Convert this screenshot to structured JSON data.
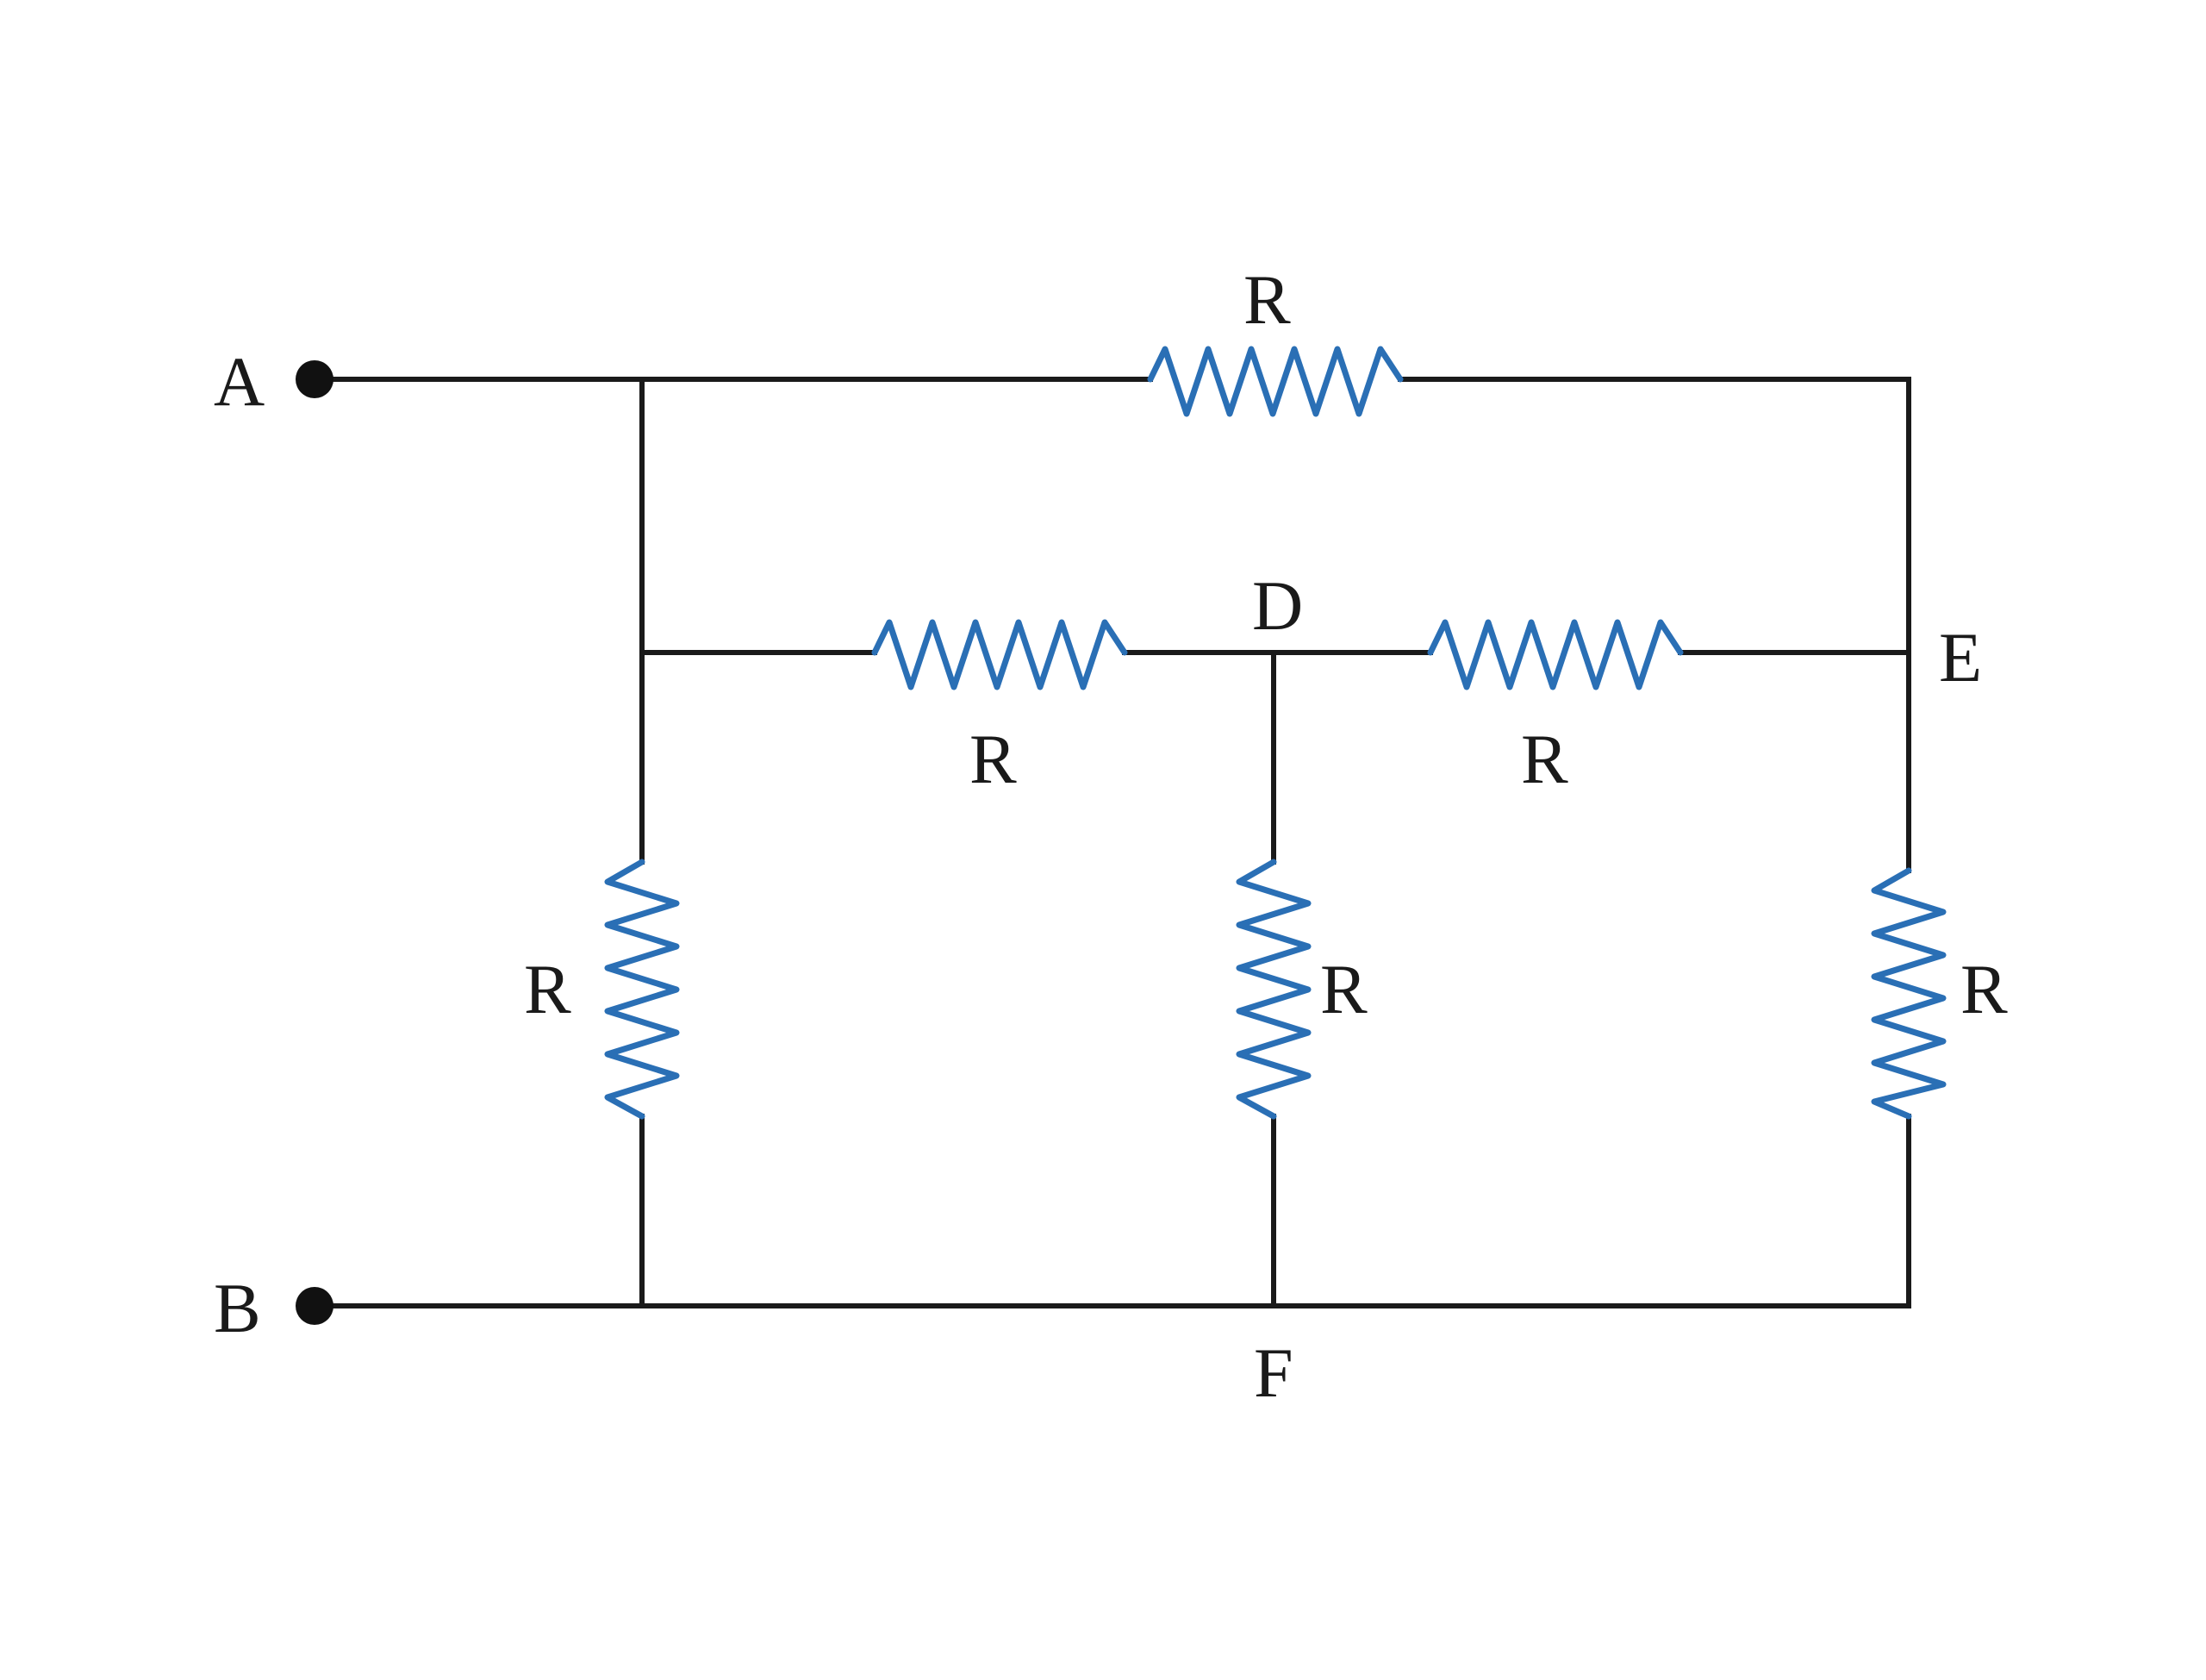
{
  "nodes": {
    "a": "A",
    "b": "B",
    "d": "D",
    "e": "E",
    "f": "F"
  },
  "resistors": {
    "top": "R",
    "left_horizontal": "R",
    "right_horizontal": "R",
    "left_vertical": "R",
    "middle_vertical": "R",
    "right_vertical": "R"
  },
  "colors": {
    "wire": "#1a1a1a",
    "resistor": "#2a6fb5",
    "background": "#ffffff"
  }
}
